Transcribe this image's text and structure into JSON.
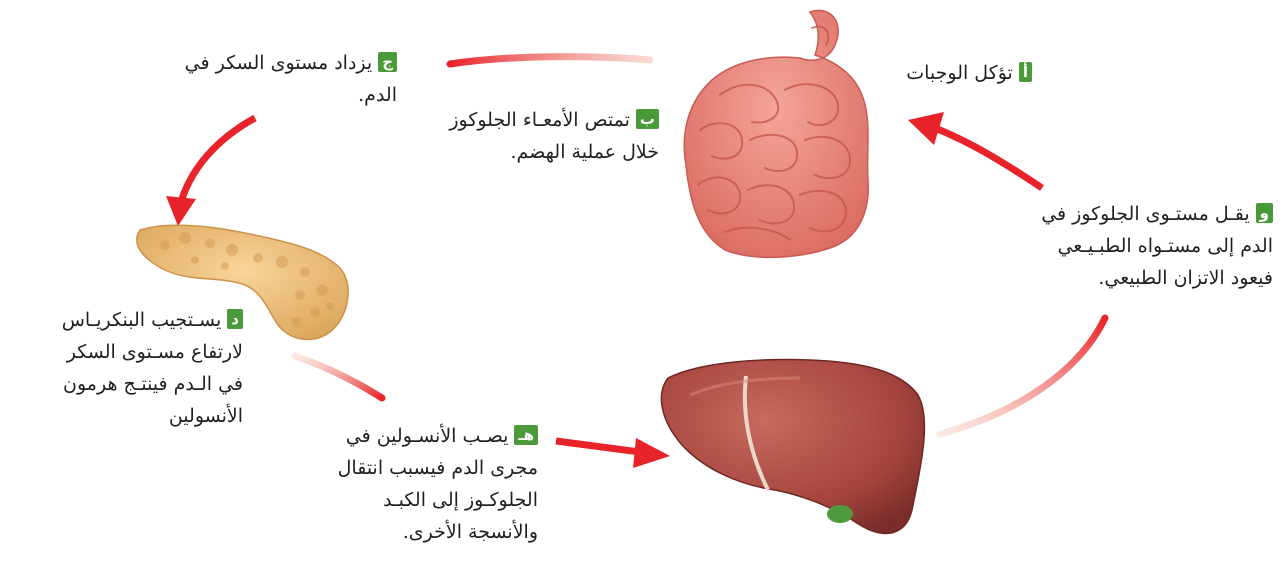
{
  "steps": {
    "a": {
      "badge": "أ",
      "lines": [
        "تؤكل الوجبات"
      ]
    },
    "b": {
      "badge": "ب",
      "lines": [
        "تمتص الأمعـاء الجلوكوز",
        "خلال عملية الهضم."
      ]
    },
    "c": {
      "badge": "ج",
      "lines": [
        "يزداد مستوى السكر في",
        "الدم."
      ]
    },
    "d": {
      "badge": "د",
      "lines": [
        "يسـتجيب البنكريـاس",
        "لارتفاع مسـتوى السكر",
        "في الـدم فينتـج هرمون",
        "الأنسولين"
      ]
    },
    "e": {
      "badge": "هـ",
      "lines": [
        "يصـب الأنسـولين في",
        "مجرى الدم فيسبب انتقال",
        "الجلوكـوز إلى الكبـد",
        "والأنسجة الأخرى."
      ]
    },
    "f": {
      "badge": "و",
      "lines": [
        "يقـل مستـوى الجلوكوز في",
        "الدم إلى مستـواه الطبـيـعي",
        "فيعود الاتزان الطبيعي."
      ]
    }
  },
  "organs": [
    "small-intestine",
    "pancreas",
    "liver"
  ],
  "colors": {
    "arrow": "#e8232a",
    "badge": "#4b9a3a",
    "intestine": "#e88a80",
    "pancreas": "#f0c07a",
    "liver": "#b24a44"
  }
}
